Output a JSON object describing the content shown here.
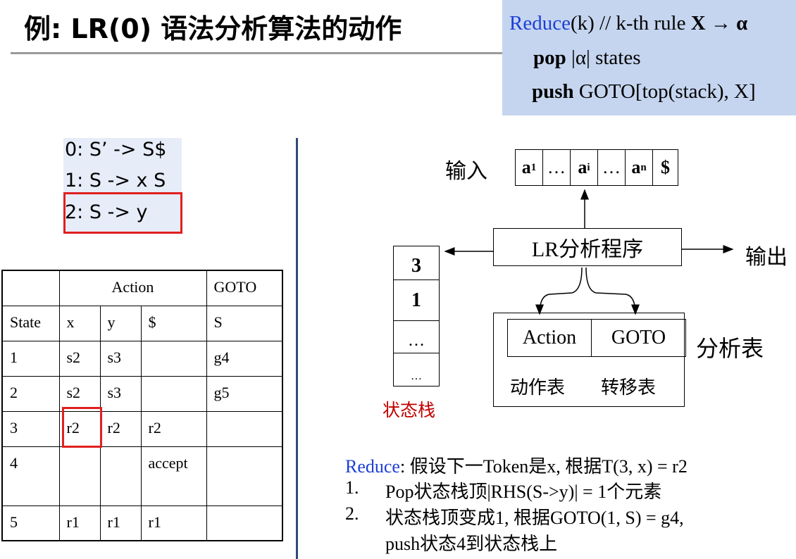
{
  "title": "例: LR(0) 语法分析算法的动作",
  "reduce_box": {
    "line1_kw": "Reduce",
    "line1_rest": "(k) // k-th rule ",
    "line1_rule": "X → α",
    "line2_kw": "pop",
    "line2_rest": " |α| states",
    "line3_kw": "push",
    "line3_rest": " GOTO[top(stack), X]"
  },
  "grammar": [
    "0: S’ -> S$",
    "1: S -> x S",
    "2: S -> y"
  ],
  "table": {
    "group_headers": [
      "",
      "Action",
      "GOTO"
    ],
    "columns": [
      "State",
      "x",
      "y",
      "$",
      "S"
    ],
    "rows": [
      [
        "1",
        "s2",
        "s3",
        "",
        "g4"
      ],
      [
        "2",
        "s2",
        "s3",
        "",
        "g5"
      ],
      [
        "3",
        "r2",
        "r2",
        "r2",
        ""
      ],
      [
        "4",
        "",
        "",
        "accept",
        ""
      ],
      [
        "5",
        "r1",
        "r1",
        "r1",
        ""
      ]
    ]
  },
  "diagram": {
    "input_label": "输入",
    "input_cells": [
      {
        "sym": "a",
        "sub": "1"
      },
      {
        "sym": "…",
        "sub": ""
      },
      {
        "sym": "a",
        "sub": "i"
      },
      {
        "sym": "…",
        "sub": ""
      },
      {
        "sym": "a",
        "sub": "n"
      },
      {
        "sym": "$",
        "sub": ""
      }
    ],
    "program_label": "LR分析程序",
    "output_label": "输出",
    "stack_cells": [
      "3",
      "1",
      "…",
      "…"
    ],
    "stack_label": "状态栈",
    "table_cells": [
      "Action",
      "GOTO"
    ],
    "table_label": "分析表",
    "action_table_label": "动作表",
    "goto_table_label": "转移表"
  },
  "notes": {
    "head_kw": "Reduce",
    "head_rest": ": 假设下一Token是x, 根据T(3, x) = r2",
    "items": [
      {
        "num": "1.",
        "text": "Pop状态栈顶|RHS(S->y)| = 1个元素"
      },
      {
        "num": "2.",
        "text": "状态栈顶变成1, 根据GOTO(1, S) = g4,"
      }
    ],
    "item2_cont": "push状态4到状态栈上"
  },
  "colors": {
    "accent_blue": "#1d3fd6",
    "highlight_red": "#e02020",
    "box_blue": "#c5d5ef",
    "stack_label_red": "#c00000"
  }
}
